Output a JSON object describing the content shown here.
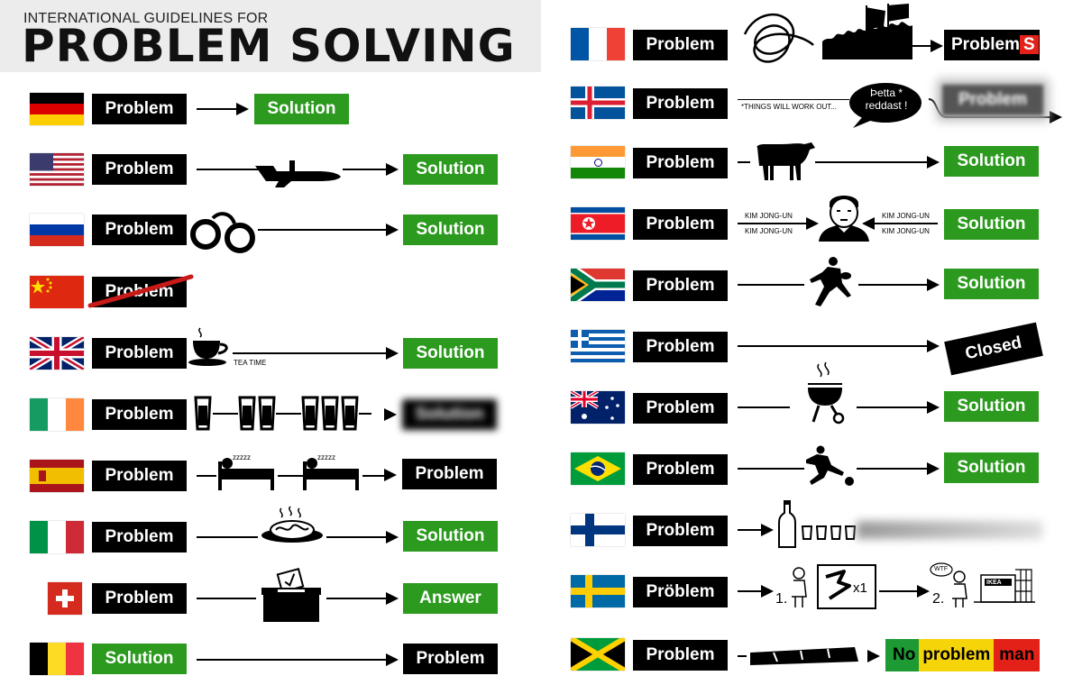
{
  "header": {
    "subtitle": "INTERNATIONAL GUIDELINES FOR",
    "title": "PROBLEM SOLVING"
  },
  "labels": {
    "problem": "Problem",
    "solution": "Solution",
    "answer": "Answer",
    "closed": "Closed",
    "problem_umlaut": "Pröblem",
    "problems_prefix": "Problem",
    "problems_suffix": "S",
    "no": "No",
    "problem_lower": "problem",
    "man": "man"
  },
  "annotations": {
    "tea_time": "TEA TIME",
    "things_work_out": "*THINGS WILL WORK OUT...",
    "thetta_line1": "Þetta *",
    "thetta_line2": "reddast !",
    "kim": "KIM JONG-UN",
    "x1": "x1",
    "step1": "1.",
    "step2": "2.",
    "wtf": "WTF",
    "ikea": "IKEA"
  },
  "colors": {
    "green": "#2b9a1e",
    "black": "#000000",
    "red": "#e32119",
    "yellow": "#f5d40a"
  }
}
